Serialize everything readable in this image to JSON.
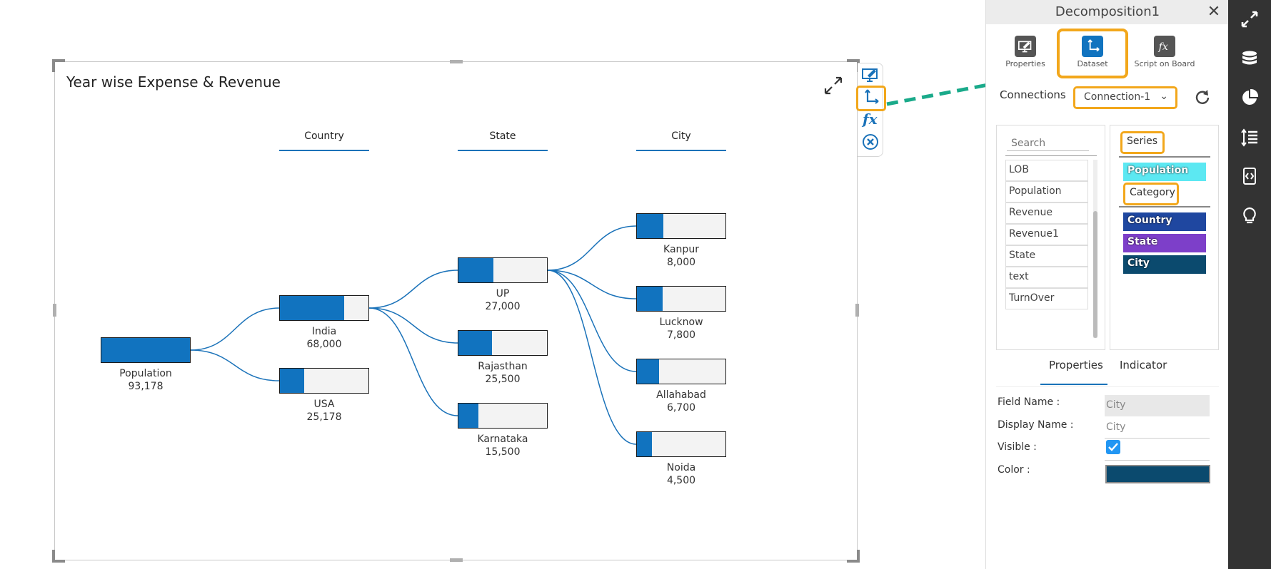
{
  "chart_title": "Year wise Expense & Revenue",
  "chart_data": {
    "type": "decomposition-tree",
    "title": "Year wise Expense & Revenue",
    "levels": [
      "Country",
      "State",
      "City"
    ],
    "root": {
      "label": "Population",
      "value": 93178,
      "value_text": "93,178"
    },
    "nodes": [
      {
        "level": 1,
        "label": "India",
        "value": 68000,
        "value_text": "68,000",
        "parent": "Population"
      },
      {
        "level": 1,
        "label": "USA",
        "value": 25178,
        "value_text": "25,178",
        "parent": "Population"
      },
      {
        "level": 2,
        "label": "UP",
        "value": 27000,
        "value_text": "27,000",
        "parent": "India"
      },
      {
        "level": 2,
        "label": "Rajasthan",
        "value": 25500,
        "value_text": "25,500",
        "parent": "India"
      },
      {
        "level": 2,
        "label": "Karnataka",
        "value": 15500,
        "value_text": "15,500",
        "parent": "India"
      },
      {
        "level": 3,
        "label": "Kanpur",
        "value": 8000,
        "value_text": "8,000",
        "parent": "UP"
      },
      {
        "level": 3,
        "label": "Lucknow",
        "value": 7800,
        "value_text": "7,800",
        "parent": "UP"
      },
      {
        "level": 3,
        "label": "Allahabad",
        "value": 6700,
        "value_text": "6,700",
        "parent": "UP"
      },
      {
        "level": 3,
        "label": "Noida",
        "value": 4500,
        "value_text": "4,500",
        "parent": "UP"
      }
    ],
    "fill_color": "#1173bf"
  },
  "panel": {
    "title": "Decomposition1",
    "tabs": [
      {
        "label": "Properties",
        "icon": "monitor-edit-icon"
      },
      {
        "label": "Dataset",
        "icon": "axis-icon",
        "active": true
      },
      {
        "label": "Script on Board",
        "icon": "fx-icon"
      }
    ],
    "connections_label": "Connections",
    "connection_value": "Connection-1",
    "search_placeholder": "Search",
    "fields": [
      "LOB",
      "Population",
      "Revenue",
      "Revenue1",
      "State",
      "text",
      "TurnOver"
    ],
    "series_label": "Series",
    "series_items": [
      {
        "label": "Population",
        "color": "#5ce8f2"
      }
    ],
    "category_label": "Category",
    "category_items": [
      {
        "label": "Country",
        "color": "#1f47a0"
      },
      {
        "label": "State",
        "color": "#7d3fc9"
      },
      {
        "label": "City",
        "color": "#0b4a6e"
      }
    ],
    "sub_tabs": [
      "Properties",
      "Indicator"
    ],
    "props": {
      "field_name_label": "Field Name :",
      "field_name_value": "City",
      "display_name_label": "Display Name :",
      "display_name_value": "City",
      "visible_label": "Visible :",
      "visible": true,
      "color_label": "Color :",
      "color_value": "#0b4a6e"
    }
  },
  "colors": {
    "accent": "#1a72b9",
    "highlight": "#f2a71b",
    "rail": "#333333",
    "arrow": "#1aaa8a"
  }
}
